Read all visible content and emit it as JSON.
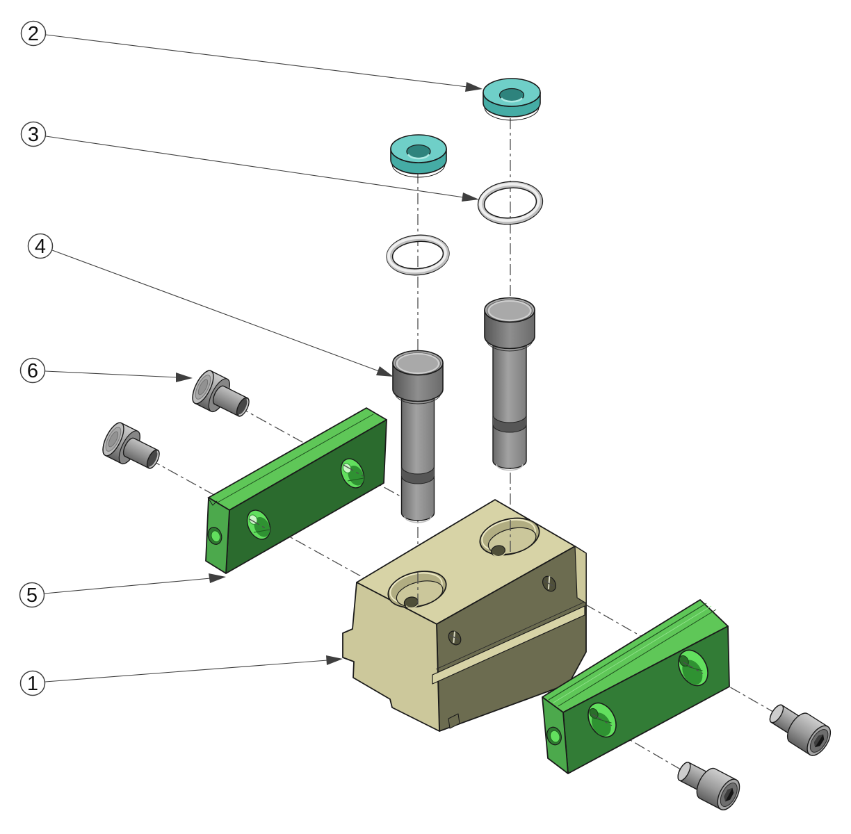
{
  "drawing": {
    "type": "exploded-assembly-view",
    "balloons": [
      {
        "label": "1",
        "points_to": "fixture-body-block"
      },
      {
        "label": "2",
        "points_to": "flat-washer"
      },
      {
        "label": "3",
        "points_to": "o-ring"
      },
      {
        "label": "4",
        "points_to": "shoulder-screw"
      },
      {
        "label": "5",
        "points_to": "jaw-plate"
      },
      {
        "label": "6",
        "points_to": "socket-cap-screw"
      }
    ]
  },
  "palette": {
    "teal_face": "#6FCFC8",
    "teal_side": "#45ACA5",
    "teal_hole": "#2E837D",
    "teal_hole_light": "#AEEAE4",
    "oring_light": "#EFEFEF",
    "oring_mid": "#BFBFBF",
    "green_top": "#5FC758",
    "green_front": "#2B6B2E",
    "green_front2": "#327C36",
    "green_end": "#4CA94C",
    "green_line": "#1E4F1E",
    "hole_bright": "#62DF5E",
    "hole_mid": "#2F9232",
    "hole_dark": "#1C5A1E",
    "block_top": "#D7D3A6",
    "block_left": "#CCC89B",
    "block_dark": "#6C6C50",
    "block_wall": "#B1AD82",
    "block_floor": "#CBC79B",
    "block_hole_dark": "#4F4F39",
    "steel_light": "#C6C6C6",
    "steel_mid": "#9A9A9A",
    "steel_dark": "#6B6B6B",
    "steel_tip": "#474747",
    "outline": "#1A1A1A",
    "line": "#4D4D4D",
    "leader": "#3F3F3F",
    "balloon_fill": "#FFFFFF",
    "balloon_text": "#111111"
  }
}
